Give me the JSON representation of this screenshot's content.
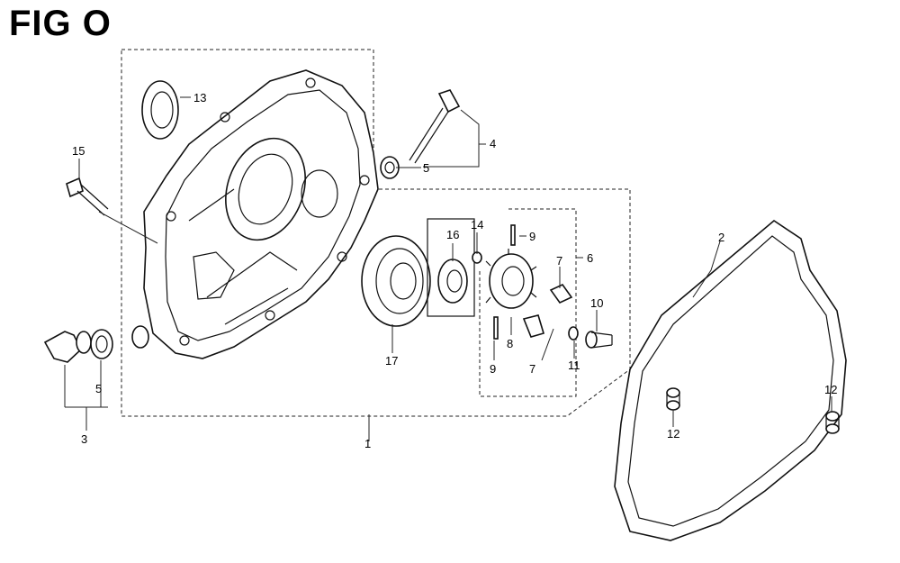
{
  "title": "FIG O",
  "callouts": [
    {
      "id": "c1",
      "text": "1"
    },
    {
      "id": "c2",
      "text": "2"
    },
    {
      "id": "c3",
      "text": "3"
    },
    {
      "id": "c4",
      "text": "4"
    },
    {
      "id": "c5a",
      "text": "5"
    },
    {
      "id": "c5b",
      "text": "5"
    },
    {
      "id": "c6",
      "text": "6"
    },
    {
      "id": "c7a",
      "text": "7"
    },
    {
      "id": "c7b",
      "text": "7"
    },
    {
      "id": "c8",
      "text": "8"
    },
    {
      "id": "c9a",
      "text": "9"
    },
    {
      "id": "c9b",
      "text": "9"
    },
    {
      "id": "c10",
      "text": "10"
    },
    {
      "id": "c11",
      "text": "11"
    },
    {
      "id": "c12a",
      "text": "12"
    },
    {
      "id": "c12b",
      "text": "12"
    },
    {
      "id": "c13",
      "text": "13"
    },
    {
      "id": "c14",
      "text": "14"
    },
    {
      "id": "c15",
      "text": "15"
    },
    {
      "id": "c16",
      "text": "16"
    },
    {
      "id": "c17",
      "text": "17"
    }
  ]
}
